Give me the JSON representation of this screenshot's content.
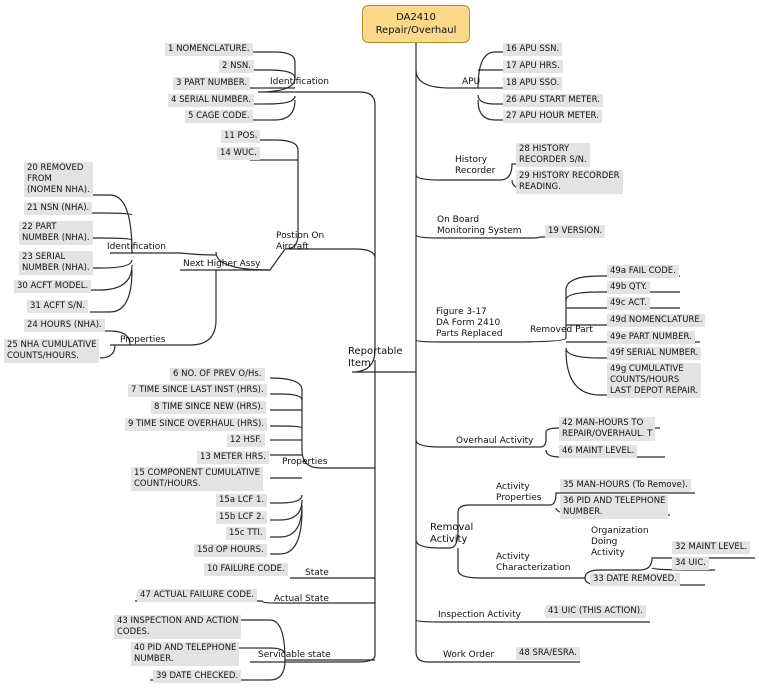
{
  "root": "DA2410\nRepair/Overhaul",
  "left": {
    "reportable_item": "Reportable\nItem",
    "identification": {
      "label": "Identification",
      "items": [
        "1 NOMENCLATURE.",
        "2 NSN.",
        "3 PART NUMBER.",
        "4 SERIAL NUMBER.",
        "5 CAGE CODE."
      ]
    },
    "position_on_aircraft": {
      "label": "Postion On\nAircraft",
      "items": [
        "11 POS.",
        "14 WUC."
      ]
    },
    "next_higher_assy": {
      "label": "Next Higher Assy",
      "identification_label": "Identification",
      "items": [
        "20 REMOVED\nFROM\n(NOMEN NHA).",
        "21 NSN (NHA).",
        "22 PART\nNUMBER (NHA).",
        "23 SERIAL\nNUMBER (NHA).",
        "30 ACFT MODEL.",
        "31 ACFT S/N."
      ],
      "properties_label": "Properties",
      "properties_items": [
        "24 HOURS (NHA).",
        "25 NHA CUMULATIVE\nCOUNTS/HOURS."
      ]
    },
    "properties": {
      "label": "Properties",
      "items": [
        "6 NO. OF PREV O/Hs.",
        "7 TIME SINCE LAST INST (HRS).",
        "8 TIME SINCE NEW (HRS).",
        "9 TIME SINCE OVERHAUL (HRS).",
        "12 HSF.",
        "13 METER HRS.",
        "15 COMPONENT CUMULATIVE\nCOUNT/HOURS.",
        "15a LCF 1.",
        "15b LCF 2.",
        "15c TTI.",
        "15d OP HOURS."
      ]
    },
    "state": {
      "label": "State",
      "items": [
        "10 FAILURE CODE."
      ]
    },
    "actual_state": {
      "label": "Actual State",
      "items": [
        "47 ACTUAL FAILURE CODE."
      ]
    },
    "servicable_state": {
      "label": "Servicable state",
      "items": [
        "43 INSPECTION AND ACTION\nCODES.",
        "40 PID AND TELEPHONE\nNUMBER.",
        "39 DATE CHECKED."
      ]
    }
  },
  "right": {
    "apu": {
      "label": "APU",
      "items": [
        "16 APU SSN.",
        "17 APU HRS.",
        "18 APU SSO.",
        "26 APU START METER.",
        "27 APU HOUR METER."
      ]
    },
    "history_recorder": {
      "label": "History\nRecorder",
      "items": [
        "28 HISTORY\nRECORDER S/N.",
        "29 HISTORY RECORDER\nREADING."
      ]
    },
    "onboard": {
      "label": "On Board\n  Monitoring System",
      "items": [
        "19 VERSION."
      ]
    },
    "figure": {
      "label": "Figure 3-17\nDA Form 2410\nParts Replaced",
      "removed_part_label": "Removed Part",
      "items": [
        "49a FAIL CODE.",
        "49b QTY.",
        "49c ACT.",
        "49d NOMENCLATURE.",
        "49e PART NUMBER.",
        "49f SERIAL NUMBER.",
        "49g CUMULATIVE\nCOUNTS/HOURS\nLAST DEPOT REPAIR."
      ]
    },
    "overhaul": {
      "label": "Overhaul Activity",
      "items": [
        "42 MAN-HOURS TO\nREPAIR/OVERHAUL. T",
        "46 MAINT LEVEL."
      ]
    },
    "removal": {
      "label": "Removal\nActivity",
      "activity_properties_label": "Activity\nProperties",
      "activity_properties_items": [
        "35 MAN-HOURS (To Remove).",
        "36 PID AND TELEPHONE\nNUMBER."
      ],
      "activity_char_label": "Activity\nCharacterization",
      "org_label": "Organization\nDoing\nActivity",
      "org_items": [
        "32 MAINT LEVEL.",
        "34 UIC."
      ],
      "char_items": [
        "33 DATE REMOVED."
      ]
    },
    "inspection": {
      "label": "Inspection Activity",
      "items": [
        "41 UIC (THIS ACTION)."
      ]
    },
    "work_order": {
      "label": "Work Order",
      "items": [
        "48 SRA/ESRA."
      ]
    }
  }
}
